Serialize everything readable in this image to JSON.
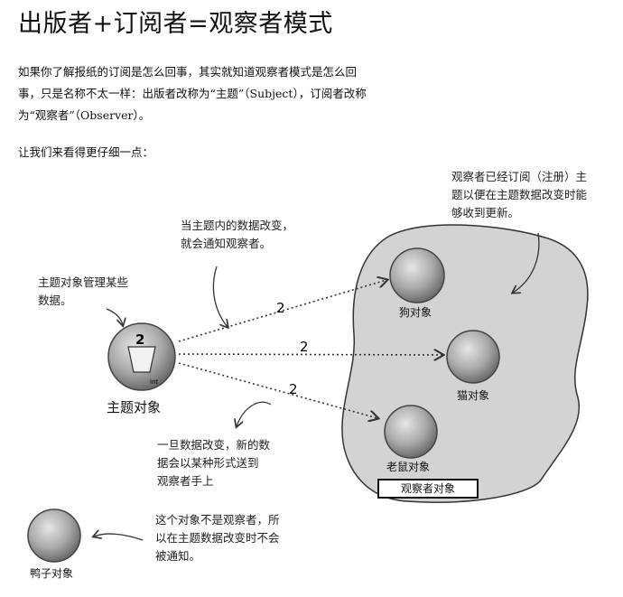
{
  "title": "出版者+订阅者=观察者模式",
  "intro": {
    "line1": "如果你了解报纸的订阅是怎么回事，其实就知道观察者模式是怎么回",
    "line2": "事，只是名称不太一样：出版者改称为“主题”（Subject），订阅者改称",
    "line3": "为“观察者”（Observer）。"
  },
  "lead": "让我们来看得更仔细一点：",
  "annotations": {
    "observers_registered": [
      "观察者已经订阅（注册）主",
      "题以便在主题数据改变时能",
      "够收到更新。"
    ],
    "subject_change": [
      "当主题内的数据改变，",
      "就会通知观察者。"
    ],
    "subject_manages": [
      "主题对象管理某些",
      "数据。"
    ],
    "new_data": [
      "一旦数据改变，新的数",
      "据会以某种形式送到",
      "观察者手上"
    ],
    "not_observer": [
      "这个对象不是观察者，所",
      "以在主题数据改变时不会",
      "被通知。"
    ]
  },
  "subject": {
    "label": "主题对象",
    "value": "2",
    "cup_label": "int"
  },
  "observers": {
    "dog": "狗对象",
    "cat": "猫对象",
    "mouse": "老鼠对象"
  },
  "duck": "鸭子对象",
  "observer_box": "观察者对象",
  "notify_values": [
    "2",
    "2",
    "2"
  ]
}
